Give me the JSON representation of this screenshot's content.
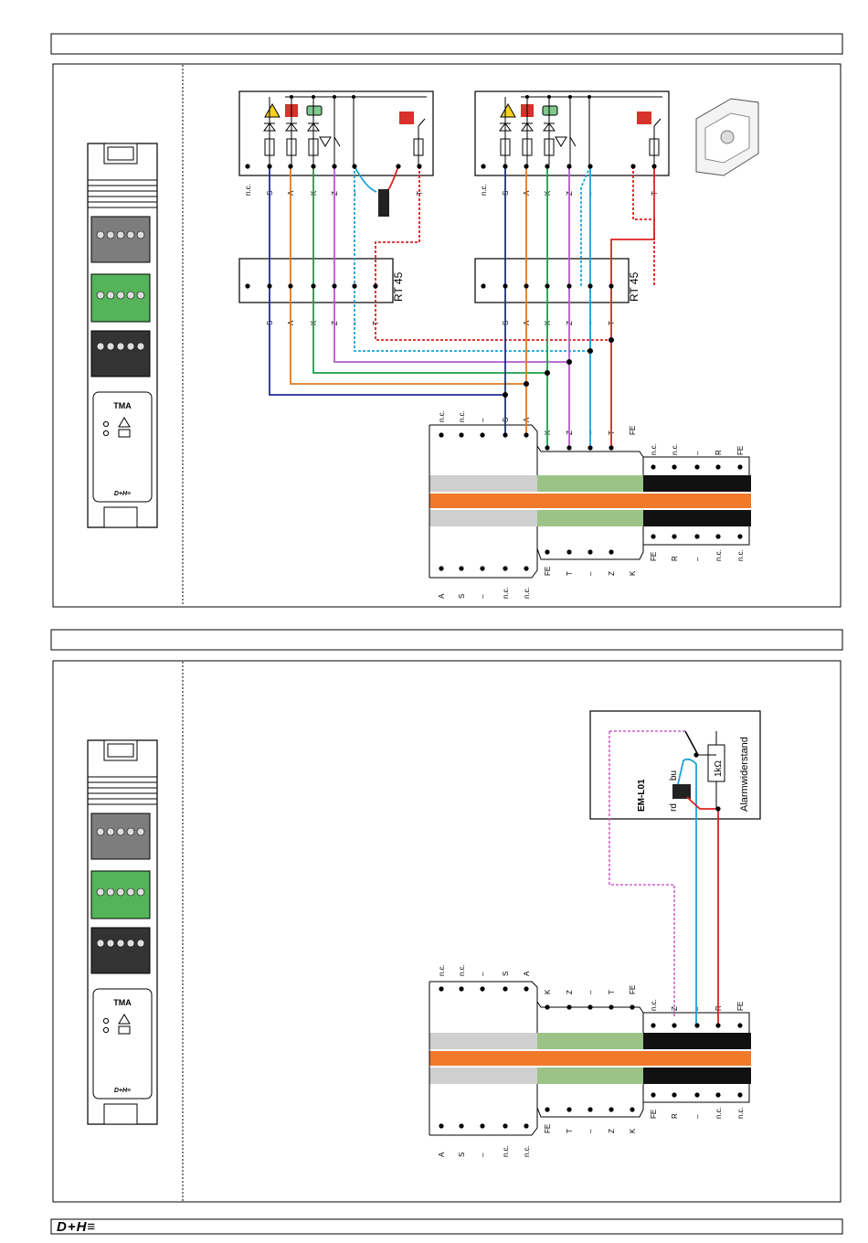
{
  "colors": {
    "line": "#000000",
    "S": "#1f2f8c",
    "A": "#e07a20",
    "K": "#18a04a",
    "Z": "#b45cc8",
    "minus": "#1aa3d8",
    "T": "#e02020",
    "pink_dashed": "#cf62c8",
    "strip_gray": "#cfcfcf",
    "strip_green": "#9cc387",
    "strip_orange": "#f07a2a",
    "strip_black": "#111111",
    "terminal_gray": "#7a7a7a",
    "terminal_green": "#4caf50",
    "terminal_black": "#333333",
    "warning_yellow": "#f5d31c",
    "alarm_red": "#d9312b",
    "led_green": "#7fc98b"
  },
  "module": {
    "label": "TMA",
    "brand": "D+H≡",
    "icons": [
      "warning-triangle-icon",
      "manual-call-point-icon"
    ]
  },
  "top": {
    "pinlabels_panel": [
      "n.c.",
      "S",
      "A",
      "K",
      "Z",
      "–",
      "",
      "T"
    ],
    "rt45_label": "RT 45",
    "rt45_pins": [
      "S",
      "A",
      "K",
      "Z",
      "–",
      "T"
    ],
    "strip_top_labels": [
      "n.c.",
      "n.c.",
      "–",
      "S",
      "A",
      "K",
      "Z",
      "–",
      "T",
      "FE",
      "n.c.",
      "n.c.",
      "–",
      "R",
      "FE"
    ],
    "strip_bottom_labels": [
      "A",
      "S",
      "–",
      "n.c.",
      "n.c.",
      "FE",
      "T",
      "–",
      "Z",
      "K",
      "FE",
      "R",
      "–",
      "n.c.",
      "n.c."
    ]
  },
  "bottom": {
    "em_label": "EM-L01",
    "bu": "bu",
    "rd": "rd",
    "resistor": "1kΩ",
    "alarm_resistor_label": "Alarmwiderstand",
    "strip_top_labels": [
      "n.c.",
      "n.c.",
      "–",
      "S",
      "A",
      "K",
      "Z",
      "–",
      "T",
      "FE",
      "n.c.",
      "Z",
      "–",
      "R",
      "FE"
    ],
    "strip_bottom_labels": [
      "A",
      "S",
      "–",
      "n.c.",
      "n.c.",
      "FE",
      "T",
      "–",
      "Z",
      "K",
      "FE",
      "R",
      "–",
      "n.c.",
      "n.c."
    ]
  },
  "footer": {
    "brand": "D+H≡"
  }
}
